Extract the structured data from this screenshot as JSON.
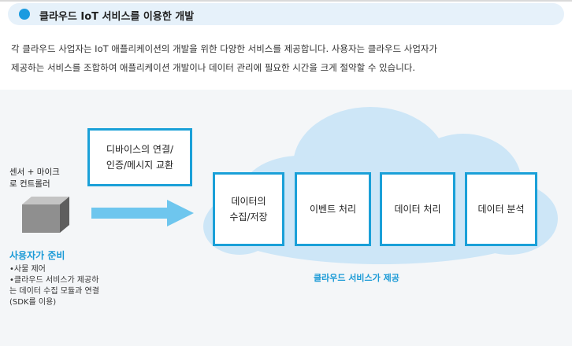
{
  "header": {
    "title": "클라우드 IoT 서비스를 이용한 개발"
  },
  "intro": {
    "line1": "각 클라우드 사업자는 IoT 애플리케이션의 개발을 위한 다양한 서비스를 제공합니다. 사용자는 클라우드 사업자가",
    "line2": "제공하는 서비스를 조합하여 애플리케이션 개발이나 데이터 관리에 필요한 시간을 크게 절약할 수 있습니다."
  },
  "diagram": {
    "device_box": "디바이스의 연결/\n인증/메시지 교환",
    "sensor_label": "센서 + 마이크\n로 컨트롤러",
    "user_prep": {
      "title": "사용자가 준비",
      "items": [
        "•사물 제어",
        "•클라우드 서비스가 제공하\n 는 데이터 수집 모듈과 연결\n (SDK를 이용)"
      ]
    },
    "services": [
      "데이터의\n수집/저장",
      "이벤트 처리",
      "데이터 처리",
      "데이터 분석"
    ],
    "cloud_caption": "클라우드 서비스가 제공"
  },
  "colors": {
    "accent": "#1aa0d8",
    "cloud_fill": "#cde6f7",
    "header_bg": "#e6f1fa",
    "panel_bg": "#f4f6f8"
  }
}
